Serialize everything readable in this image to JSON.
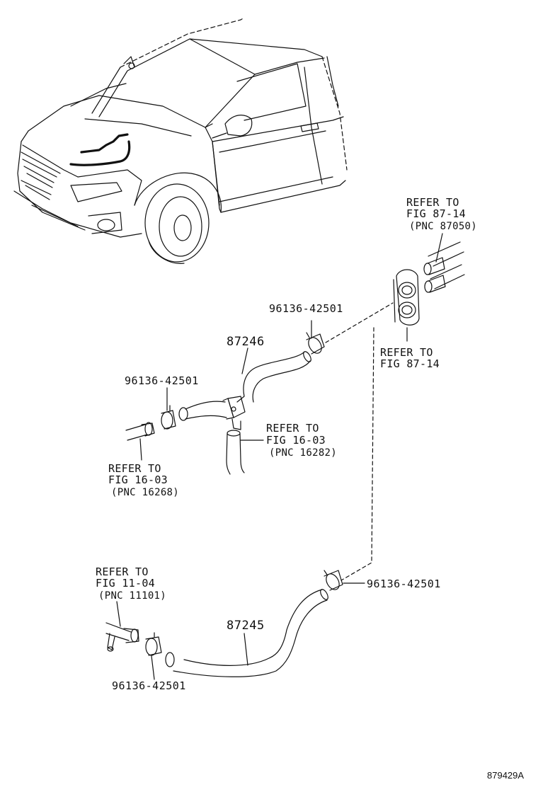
{
  "diagram": {
    "image_id_label": "879429A",
    "parts": {
      "hose_upper": "87246",
      "hose_lower": "87245",
      "clamp_upper_right": "96136-42501",
      "clamp_upper_left": "96136-42501",
      "clamp_lower_right": "96136-42501",
      "clamp_lower_left": "96136-42501"
    },
    "references": {
      "top_right": [
        "REFER TO",
        "FIG 87-14",
        "(PNC 87050)"
      ],
      "grommet": [
        "REFER TO",
        "FIG 87-14"
      ],
      "engine_pipe": [
        "REFER TO",
        "FIG 16-03",
        "(PNC 16282)"
      ],
      "left_pipe": [
        "REFER TO",
        "FIG 16-03",
        "(PNC 16268)"
      ],
      "bottom_left": [
        "REFER TO",
        "FIG 11-04",
        "(PNC 11101)"
      ]
    }
  }
}
